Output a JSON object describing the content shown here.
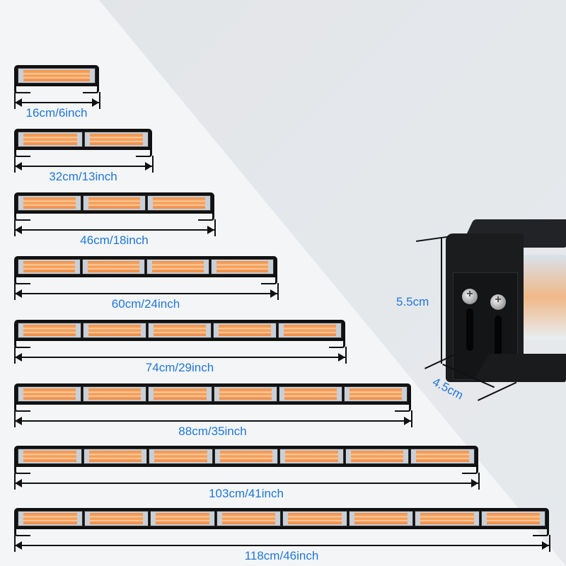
{
  "product": {
    "description": "Amber COB LED strobe light bar size options",
    "colors": {
      "label_blue": "#1f77d6",
      "housing": "#111111",
      "led_amber": "#f39b52",
      "background": "#eceef1"
    }
  },
  "sizes": [
    {
      "label": "16cm/6inch",
      "cm": 16,
      "inch": 6,
      "segments": 1
    },
    {
      "label": "32cm/13inch",
      "cm": 32,
      "inch": 13,
      "segments": 2
    },
    {
      "label": "46cm/18inch",
      "cm": 46,
      "inch": 18,
      "segments": 3
    },
    {
      "label": "60cm/24inch",
      "cm": 60,
      "inch": 24,
      "segments": 4
    },
    {
      "label": "74cm/29inch",
      "cm": 74,
      "inch": 29,
      "segments": 5
    },
    {
      "label": "88cm/35inch",
      "cm": 88,
      "inch": 35,
      "segments": 6
    },
    {
      "label": "103cm/41inch",
      "cm": 103,
      "inch": 41,
      "segments": 7
    },
    {
      "label": "118cm/46inch",
      "cm": 118,
      "inch": 46,
      "segments": 8
    }
  ],
  "side_view": {
    "height_label": "5.5cm",
    "depth_label": "4.5cm"
  }
}
